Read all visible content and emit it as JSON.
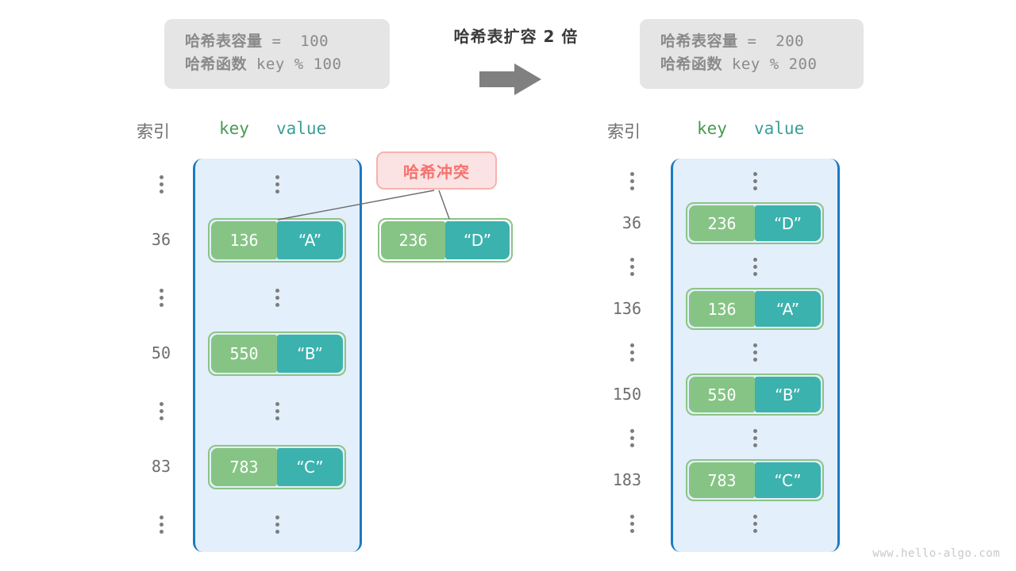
{
  "center": {
    "title": "哈希表扩容 2 倍",
    "arrow_icon": "right-arrow-icon"
  },
  "left_panel": {
    "info": {
      "capacity_label": "哈希表容量",
      "capacity_value": " =  100",
      "function_label": "哈希函数",
      "function_value": " key % 100"
    },
    "headers": {
      "index": "索引",
      "key": "key",
      "value": "value"
    },
    "rows": [
      {
        "type": "gap"
      },
      {
        "type": "entry",
        "index": "36",
        "key": "136",
        "value": "“A”"
      },
      {
        "type": "gap"
      },
      {
        "type": "entry",
        "index": "50",
        "key": "550",
        "value": "“B”"
      },
      {
        "type": "gap"
      },
      {
        "type": "entry",
        "index": "83",
        "key": "783",
        "value": "“C”"
      },
      {
        "type": "gap"
      }
    ]
  },
  "right_panel": {
    "info": {
      "capacity_label": "哈希表容量",
      "capacity_value": " =  200",
      "function_label": "哈希函数",
      "function_value": " key % 200"
    },
    "headers": {
      "index": "索引",
      "key": "key",
      "value": "value"
    },
    "rows": [
      {
        "type": "gap"
      },
      {
        "type": "entry",
        "index": "36",
        "key": "236",
        "value": "“D”"
      },
      {
        "type": "gap"
      },
      {
        "type": "entry",
        "index": "136",
        "key": "136",
        "value": "“A”"
      },
      {
        "type": "gap"
      },
      {
        "type": "entry",
        "index": "150",
        "key": "550",
        "value": "“B”"
      },
      {
        "type": "gap"
      },
      {
        "type": "entry",
        "index": "183",
        "key": "783",
        "value": "“C”"
      },
      {
        "type": "gap"
      }
    ]
  },
  "collision": {
    "label": "哈希冲突",
    "overflow_entry": {
      "key": "236",
      "value": "“D”"
    }
  },
  "watermark": "www.hello-algo.com",
  "colors": {
    "key_cell": "#86c485",
    "value_cell": "#3bb2ae",
    "pair_border": "#8cc485",
    "bucket_fill": "#e3effa",
    "bucket_border": "#1a7ac4",
    "badge_fill": "#fce3e3",
    "badge_border": "#f6b3ae",
    "badge_text": "#f4726e",
    "info_box": "#e5e5e5",
    "muted_text": "#8a8a8a",
    "index_text": "#6e6e6e",
    "arrow": "#808080"
  }
}
